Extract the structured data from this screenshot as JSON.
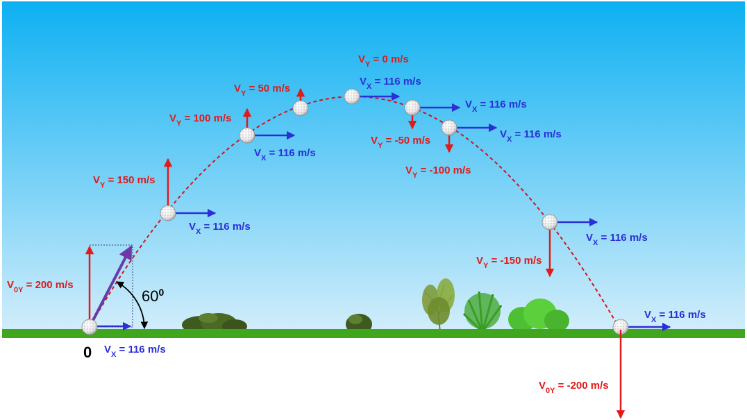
{
  "colors": {
    "sky_top": "#0db0f2",
    "sky_bottom": "#d4eefb",
    "ground": "#3fa61d",
    "vy": "#e11a1a",
    "vx": "#2b2fd6",
    "trajectory": "#d0141c",
    "angle_arc": "#000000"
  },
  "origin_label": "0",
  "angle": {
    "value": "60",
    "unit": "0"
  },
  "ground_labels": {
    "start_vx": {
      "v": "V",
      "sub": "X",
      "rest": "= 116 m/s"
    },
    "start_v0y": {
      "v": "V",
      "sub": "0Y",
      "rest": "= 200 m/s"
    },
    "end_vx": {
      "v": "V",
      "sub": "X",
      "rest": "= 116 m/s"
    },
    "end_v0y": {
      "v": "V",
      "sub": "0Y",
      "rest": "= -200 m/s"
    }
  },
  "points": [
    {
      "vy": {
        "v": "V",
        "sub": "Y",
        "rest": "= 150 m/s"
      },
      "vx": {
        "v": "V",
        "sub": "X",
        "rest": "= 116 m/s"
      }
    },
    {
      "vy": {
        "v": "V",
        "sub": "Y",
        "rest": "= 100 m/s"
      },
      "vx": {
        "v": "V",
        "sub": "X",
        "rest": "= 116 m/s"
      }
    },
    {
      "vy": {
        "v": "V",
        "sub": "Y",
        "rest": "= 50 m/s"
      }
    },
    {
      "vy": {
        "v": "V",
        "sub": "Y",
        "rest": "= 0 m/s"
      },
      "vx": {
        "v": "V",
        "sub": "X",
        "rest": "= 116 m/s"
      }
    },
    {
      "vy": {
        "v": "V",
        "sub": "Y",
        "rest": "= -50 m/s"
      },
      "vx": {
        "v": "V",
        "sub": "X",
        "rest": "= 116 m/s"
      }
    },
    {
      "vy": {
        "v": "V",
        "sub": "Y",
        "rest": "= -100 m/s"
      },
      "vx": {
        "v": "V",
        "sub": "X",
        "rest": "= 116 m/s"
      }
    },
    {
      "vy": {
        "v": "V",
        "sub": "Y",
        "rest": "= -150 m/s"
      },
      "vx": {
        "v": "V",
        "sub": "X",
        "rest": "= 116 m/s"
      }
    }
  ]
}
